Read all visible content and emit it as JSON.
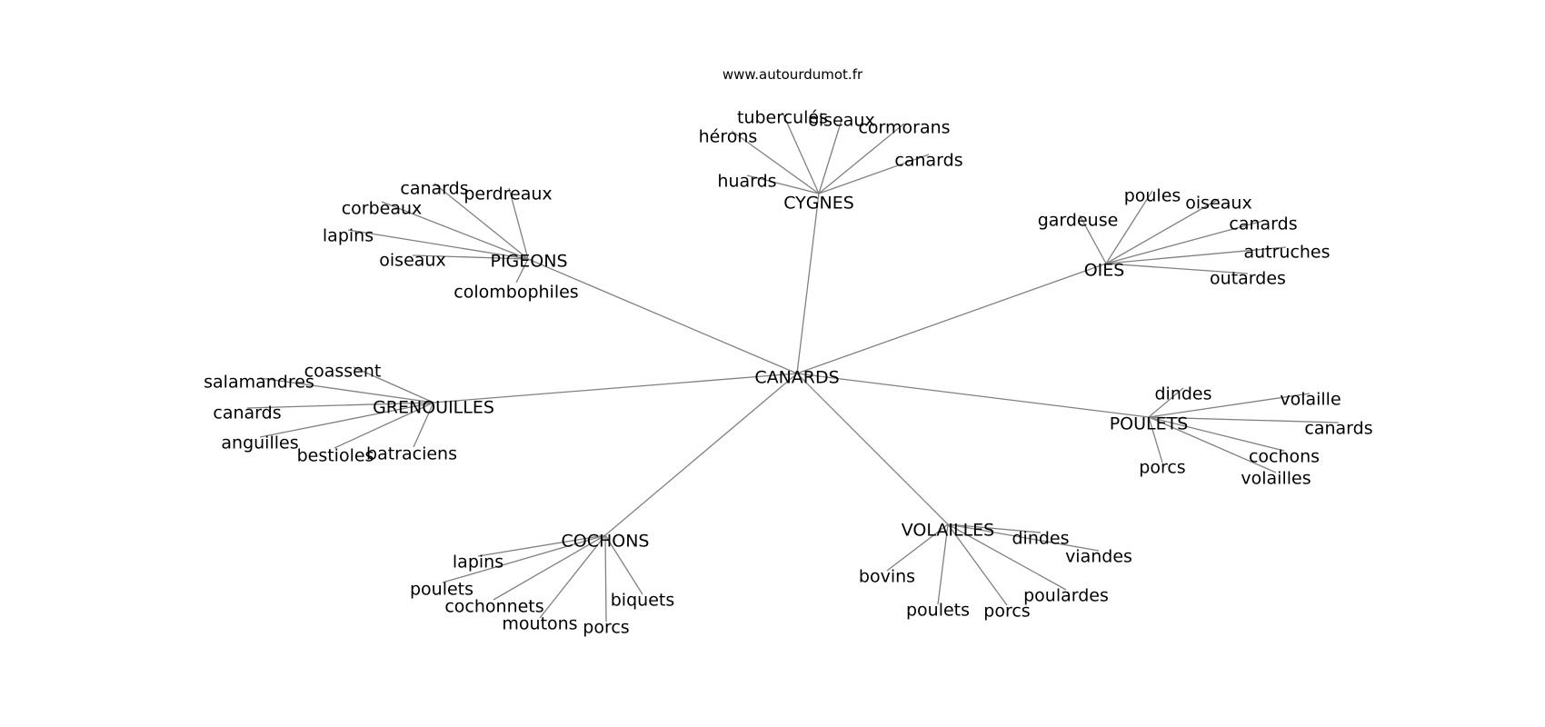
{
  "source_label": "www.autourdumot.fr",
  "center": "CANARDS",
  "groups": [
    {
      "hub": "CYGNES",
      "words": [
        "tuberculés",
        "oiseaux",
        "hérons",
        "cormorans",
        "canards",
        "huards"
      ]
    },
    {
      "hub": "PIGEONS",
      "words": [
        "canards",
        "perdreaux",
        "corbeaux",
        "lapins",
        "oiseaux",
        "colombophiles"
      ]
    },
    {
      "hub": "OIES",
      "words": [
        "poules",
        "oiseaux",
        "gardeuse",
        "canards",
        "autruches",
        "outardes"
      ]
    },
    {
      "hub": "GRENOUILLES",
      "words": [
        "coassent",
        "salamandres",
        "canards",
        "anguilles",
        "bestioles",
        "batraciens"
      ]
    },
    {
      "hub": "POULETS",
      "words": [
        "dindes",
        "volaille",
        "canards",
        "cochons",
        "porcs",
        "volailles"
      ]
    },
    {
      "hub": "COCHONS",
      "words": [
        "lapins",
        "poulets",
        "cochonnets",
        "biquets",
        "moutons",
        "porcs"
      ]
    },
    {
      "hub": "VOLAILLES",
      "words": [
        "dindes",
        "viandes",
        "bovins",
        "poulardes",
        "poulets",
        "porcs"
      ]
    }
  ]
}
